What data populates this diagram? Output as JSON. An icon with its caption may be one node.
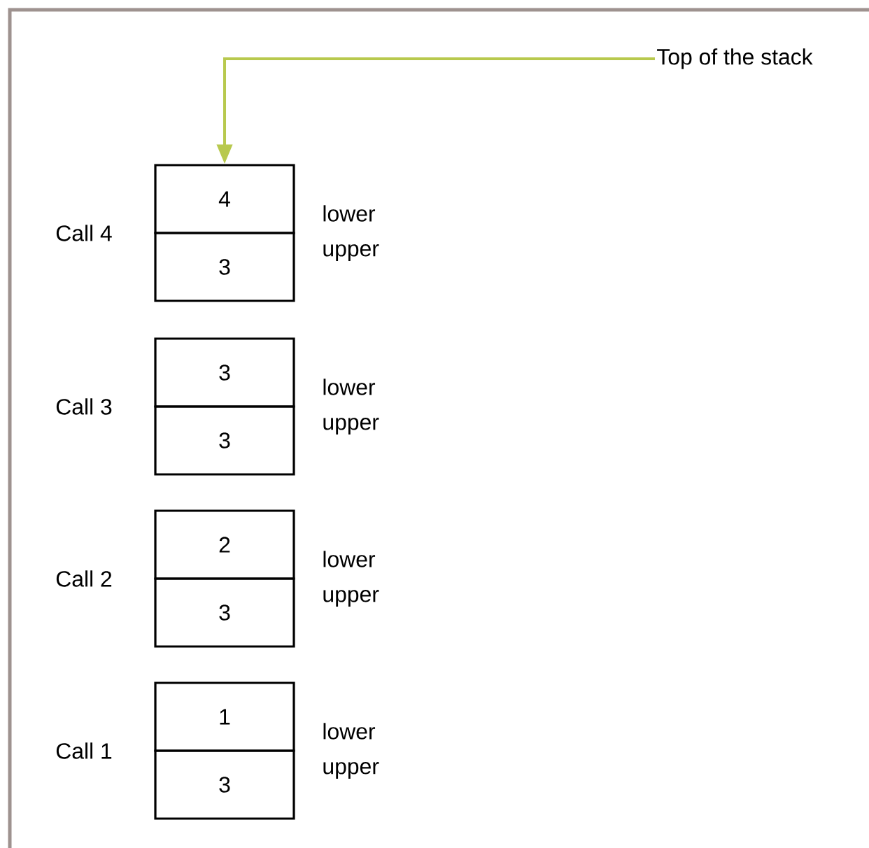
{
  "diagram": {
    "nodes": [
      {
        "text": [
          "Top of the stack"
        ]
      },
      {
        "text": [
          "4"
        ],
        "beside": [
          "lower"
        ]
      },
      {
        "text": [
          "3"
        ],
        "beside": [
          "upper"
        ]
      },
      {
        "text": [
          "3"
        ],
        "beside": [
          "lower"
        ]
      },
      {
        "text": [
          "3"
        ],
        "beside": [
          "upper"
        ]
      },
      {
        "text": [
          "2"
        ],
        "beside": [
          "lower"
        ]
      },
      {
        "text": [
          "3"
        ],
        "beside": [
          "upper"
        ]
      },
      {
        "text": [
          "1"
        ],
        "beside": [
          "lower"
        ]
      },
      {
        "text": [
          "3"
        ],
        "beside": [
          "upper"
        ]
      }
    ],
    "edges": [
      {
        "from": 0,
        "to": 1,
        "arrow": "to",
        "color": "#b8c94e"
      }
    ],
    "labels": [
      "Call 4",
      "Call 3",
      "Call 2",
      "Call 1"
    ]
  }
}
